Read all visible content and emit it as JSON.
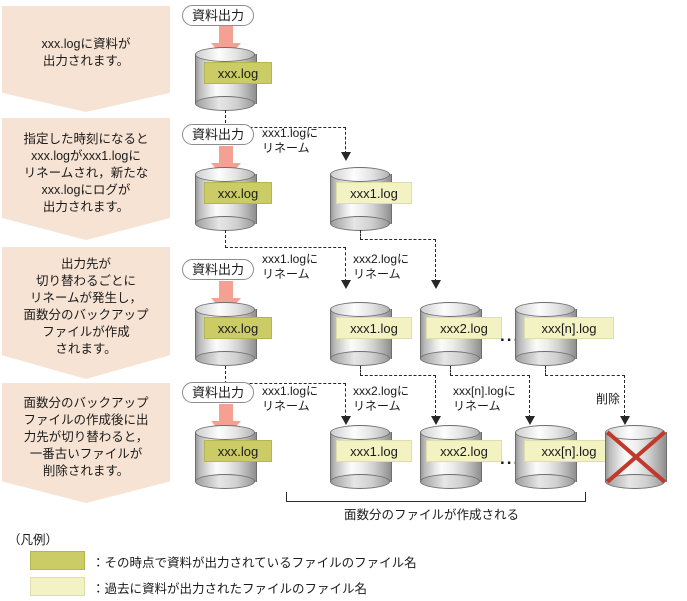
{
  "callouts": [
    {
      "text": "xxx.logに資料が\n出力されます。"
    },
    {
      "text": "指定した時刻になると\nxxx.logがxxx1.logに\nリネームされ，新たな\nxxx.logにログが\n出力されます。"
    },
    {
      "text": "出力先が\n切り替わるごとに\nリネームが発生し，\n面数分のバックアップ\nファイルが作成\nされます。"
    },
    {
      "text": "面数分のバックアップ\nファイルの作成後に出\n力先が切り替わると，\n一番古いファイルが\n削除されます。"
    }
  ],
  "output_pill_label": "資料出力",
  "rows": [
    {
      "id": "row-1",
      "cylinders": [
        {
          "name": "xxx.log",
          "state": "active"
        }
      ],
      "captions": []
    },
    {
      "id": "row-2",
      "cylinders": [
        {
          "name": "xxx.log",
          "state": "active"
        },
        {
          "name": "xxx1.log",
          "state": "old"
        }
      ],
      "captions": [
        {
          "text": "xxx1.logに\nリネーム"
        }
      ]
    },
    {
      "id": "row-3",
      "cylinders": [
        {
          "name": "xxx.log",
          "state": "active"
        },
        {
          "name": "xxx1.log",
          "state": "old"
        },
        {
          "name": "xxx2.log",
          "state": "old"
        },
        {
          "name": "xxx[n].log",
          "state": "old"
        }
      ],
      "captions": [
        {
          "text": "xxx1.logに\nリネーム"
        },
        {
          "text": "xxx2.logに\nリネーム"
        }
      ]
    },
    {
      "id": "row-4",
      "cylinders": [
        {
          "name": "xxx.log",
          "state": "active"
        },
        {
          "name": "xxx1.log",
          "state": "old"
        },
        {
          "name": "xxx2.log",
          "state": "old"
        },
        {
          "name": "xxx[n].log",
          "state": "old"
        },
        {
          "name": "",
          "state": "deleted"
        }
      ],
      "captions": [
        {
          "text": "xxx1.logに\nリネーム"
        },
        {
          "text": "xxx2.logに\nリネーム"
        },
        {
          "text": "xxx[n].logに\nリネーム"
        },
        {
          "text": "削除"
        }
      ]
    }
  ],
  "ellipsis": "...",
  "bracket_caption": "面数分のファイルが作成される",
  "legend": {
    "title": "（凡例）",
    "entries": [
      {
        "swatch": "active",
        "text": "：その時点で資料が出力されているファイルのファイル名"
      },
      {
        "swatch": "old",
        "text": "：過去に資料が出力されたファイルのファイル名"
      }
    ]
  },
  "colors": {
    "callout_bg": "#F6E3D3",
    "tag_active": "#CCCC66",
    "tag_old": "#F2F2C2",
    "arrow_pink": "#F4A093",
    "delete_red": "#C0392B",
    "line": "#262626"
  }
}
